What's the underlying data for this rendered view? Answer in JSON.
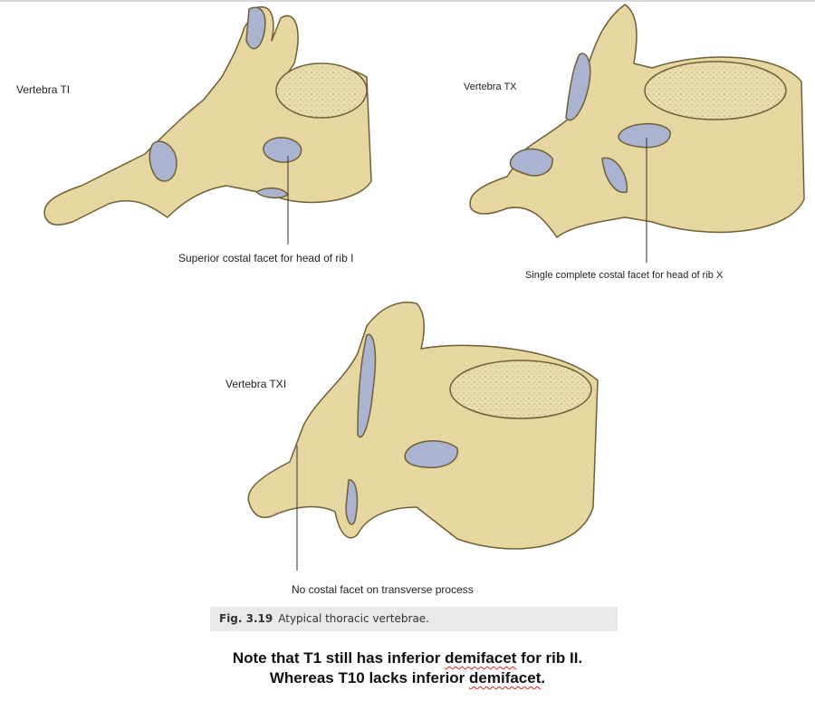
{
  "figure": {
    "labels": {
      "t1_title": "Vertebra TI",
      "t1_callout": "Superior costal facet for head of rib I",
      "tx_title": "Vertebra TX",
      "tx_callout": "Single complete costal facet for head of rib X",
      "txi_title": "Vertebra TXI",
      "txi_callout": "No costal facet on transverse process"
    },
    "caption": {
      "number": "Fig. 3.19",
      "text": "Atypical thoracic vertebrae."
    },
    "colors": {
      "bone": "#e6d7a0",
      "outline": "#6f5f38",
      "facet": "#aab3d0",
      "caption_bg": "#e9e9e9"
    }
  },
  "note": {
    "line1_pre": "Note that T1 still has inferior ",
    "line1_word": "demifacet",
    "line1_post": " for rib II.",
    "line2_pre": "Whereas T10 lacks inferior ",
    "line2_word": "demifacet",
    "line2_post": "."
  }
}
